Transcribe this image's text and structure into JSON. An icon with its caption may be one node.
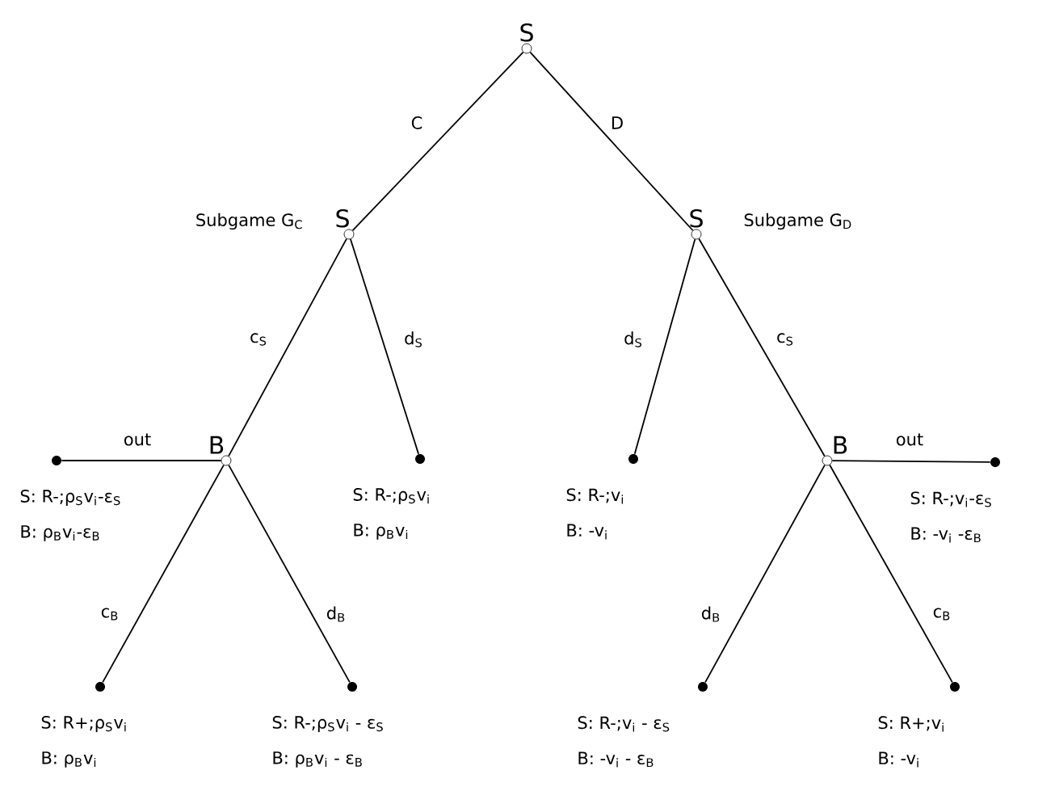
{
  "diagram": {
    "nodes": [
      {
        "text": [
          "S"
        ]
      },
      {
        "text": [
          "S"
        ],
        "beside": [
          "Subgame G$_{C}$"
        ]
      },
      {
        "text": [
          "S"
        ],
        "beside": [
          "Subgame G$_{D}$"
        ]
      },
      {
        "text": [
          "B"
        ]
      },
      {
        "text": [],
        "shape": "circle",
        "beside": [
          "S: R-;ρ$_{S}$v$_{i}$-ε$_{S}$",
          "B: ρ$_{B}$v$_{i}$-ε$_{B}$"
        ]
      },
      {
        "text": [],
        "shape": "circle",
        "beside": [
          "S: R-;ρ$_{S}$v$_{i}$",
          "B: ρ$_{B}$v$_{i}$"
        ]
      },
      {
        "text": [],
        "shape": "circle",
        "beside": [
          "S: R-;v$_{i}$",
          "B: -v$_{i}$"
        ]
      },
      {
        "text": [
          "B"
        ]
      },
      {
        "text": [],
        "shape": "circle",
        "beside": [
          "S: R-;v$_{i}$-ε$_{S}$",
          "B: -v$_{i}$ -ε$_{B}$"
        ]
      },
      {
        "text": [],
        "shape": "circle",
        "beside": [
          "S: R+;ρ$_{S}$v$_{i}$",
          "B: ρ$_{B}$v$_{i}$"
        ]
      },
      {
        "text": [],
        "shape": "circle",
        "beside": [
          "S: R-;ρ$_{S}$v$_{i}$ - ε$_{S}$",
          "B: ρ$_{B}$v$_{i}$ - ε$_{B}$"
        ]
      },
      {
        "text": [],
        "shape": "circle",
        "beside": [
          "S: R-;v$_{i}$ - ε$_{S}$",
          "B: -v$_{i}$ - ε$_{B}$"
        ]
      },
      {
        "text": [],
        "shape": "circle",
        "beside": [
          "S: R+;v$_{i}$",
          "B: -v$_{i}$"
        ]
      }
    ],
    "edges": [
      {
        "from": 0,
        "to": 1,
        "arrow": "none",
        "label": "C"
      },
      {
        "from": 0,
        "to": 2,
        "arrow": "none",
        "label": "D"
      },
      {
        "from": 1,
        "to": 3,
        "arrow": "none",
        "label": "c$_{S}$"
      },
      {
        "from": 1,
        "to": 5,
        "arrow": "none",
        "label": "d$_{S}$"
      },
      {
        "from": 2,
        "to": 6,
        "arrow": "none",
        "label": "d$_{S}$"
      },
      {
        "from": 2,
        "to": 7,
        "arrow": "none",
        "label": "c$_{S}$"
      },
      {
        "from": 3,
        "to": 4,
        "arrow": "none",
        "label": "out"
      },
      {
        "from": 3,
        "to": 9,
        "arrow": "none",
        "label": "c$_{B}$"
      },
      {
        "from": 3,
        "to": 10,
        "arrow": "none",
        "label": "d$_{B}$"
      },
      {
        "from": 7,
        "to": 8,
        "arrow": "none",
        "label": "out"
      },
      {
        "from": 7,
        "to": 11,
        "arrow": "none",
        "label": "d$_{B}$"
      },
      {
        "from": 7,
        "to": 12,
        "arrow": "none",
        "label": "c$_{B}$"
      }
    ]
  }
}
